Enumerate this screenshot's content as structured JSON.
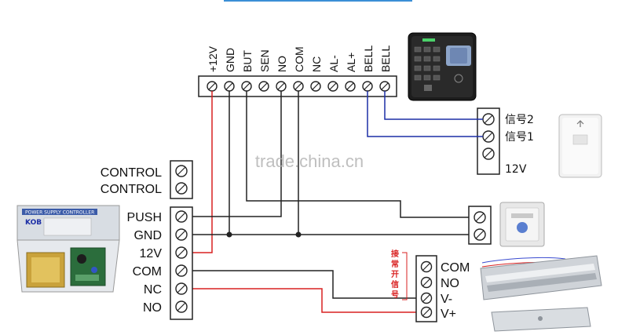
{
  "top_terminal": {
    "labels": [
      "+12V",
      "GND",
      "BUT",
      "SEN",
      "NO",
      "COM",
      "NC",
      "AL-",
      "AL+",
      "BELL",
      "BELL"
    ]
  },
  "controller": {
    "device_label": "POWER SUPPLY CONTROLLER",
    "brand": "KOB",
    "labels_upper": [
      "CONTROL",
      "CONTROL"
    ],
    "labels": [
      "PUSH",
      "GND",
      "12V",
      "COM",
      "NC",
      "NO"
    ]
  },
  "bell_block": {
    "labels": [
      "信号2",
      "信号1",
      "12V"
    ]
  },
  "lock_block": {
    "labels": [
      "COM",
      "NO",
      "V-",
      "V+"
    ],
    "note_chars": [
      "接",
      "常",
      "开",
      "信",
      "号"
    ]
  },
  "watermark": "trade.china.cn",
  "colors": {
    "red_wire": "#d92020",
    "blue_wire": "#1c2ea6",
    "black_wire": "#222222"
  },
  "icons": {
    "keypad": "fingerprint-keypad-icon",
    "power_supply": "power-supply-icon",
    "exit_button": "exit-button-icon",
    "doorbell": "doorbell-icon",
    "magnetic_lock": "magnetic-lock-icon"
  }
}
